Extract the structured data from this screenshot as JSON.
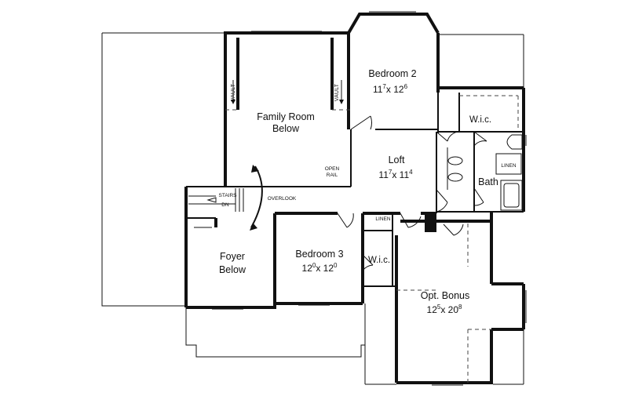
{
  "rooms": {
    "family_room": {
      "name_line1": "Family Room",
      "name_line2": "Below"
    },
    "bedroom2": {
      "name": "Bedroom 2",
      "w": "11",
      "w_sup": "7",
      "sep": "x",
      "h": "12",
      "h_sup": "6"
    },
    "loft": {
      "name": "Loft",
      "w": "11",
      "w_sup": "7",
      "sep": "x",
      "h": "11",
      "h_sup": "4"
    },
    "bedroom3": {
      "name": "Bedroom 3",
      "w": "12",
      "w_sup": "0",
      "sep": "x",
      "h": "12",
      "h_sup": "0"
    },
    "foyer": {
      "name_line1": "Foyer",
      "name_line2": "Below"
    },
    "bonus": {
      "name": "Opt. Bonus",
      "w": "12",
      "w_sup": "5",
      "sep": "x",
      "h": "20",
      "h_sup": "8"
    },
    "bath": {
      "name": "Bath"
    },
    "wic_upper": {
      "name": "W.i.c."
    },
    "wic_lower": {
      "name": "W.i.c."
    }
  },
  "annotations": {
    "vault_left": "VAULT",
    "vault_right": "VAULT",
    "open": "OPEN",
    "rail": "RAIL",
    "stairs": "STAIRS",
    "dn": "DN",
    "overlook": "OVERLOOK",
    "linen_upper": "LINEN",
    "linen_lower": "LINEN"
  }
}
